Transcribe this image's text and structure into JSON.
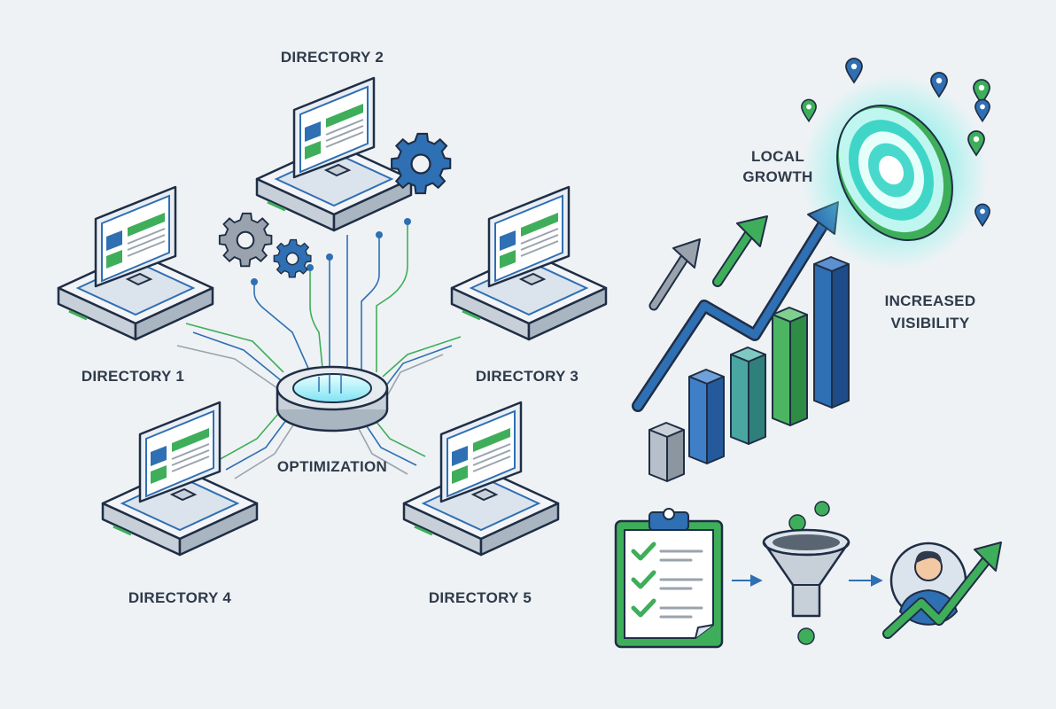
{
  "directories": [
    {
      "id": "d1",
      "label": "DIRECTORY 1"
    },
    {
      "id": "d2",
      "label": "DIRECTORY 2"
    },
    {
      "id": "d3",
      "label": "DIRECTORY 3"
    },
    {
      "id": "d4",
      "label": "DIRECTORY 4"
    },
    {
      "id": "d5",
      "label": "DIRECTORY 5"
    }
  ],
  "hub": {
    "label": "OPTIMIZATION"
  },
  "growth": {
    "label_line1": "LOCAL",
    "label_line2": "GROWTH",
    "visibility_line1": "INCREASED",
    "visibility_line2": "VISIBILITY"
  },
  "colors": {
    "blue": "#2f6fb3",
    "blue_dark": "#1f3c6e",
    "green": "#3fae5a",
    "teal": "#4aa6a0",
    "gray": "#9aa3ad",
    "cyan_glow": "#6ef0e6"
  },
  "icons": [
    "monitor-icon",
    "gear-icon",
    "target-icon",
    "location-pin-icon",
    "clipboard-checklist-icon",
    "funnel-icon",
    "user-avatar-icon",
    "growth-arrow-icon"
  ]
}
